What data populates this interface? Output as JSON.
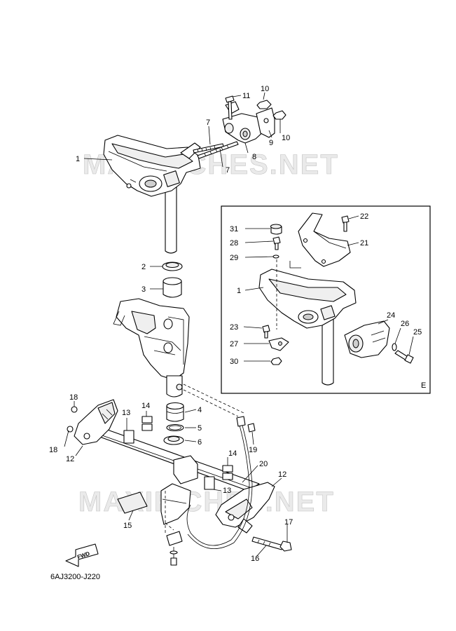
{
  "diagram_code": "6AJ3200-J220",
  "inset_label": "E",
  "fwd_label": "FWD",
  "watermarks": [
    "MAXIFICHES.NET",
    "MAXIFICHES.NET"
  ],
  "callouts": [
    "1",
    "11",
    "10",
    "7",
    "9",
    "10",
    "8",
    "7",
    "2",
    "3",
    "31",
    "22",
    "28",
    "21",
    "29",
    "1",
    "23",
    "27",
    "30",
    "24",
    "26",
    "25",
    "18",
    "13",
    "14",
    "4",
    "5",
    "6",
    "18",
    "12",
    "19",
    "14",
    "20",
    "13",
    "12",
    "15",
    "17",
    "16"
  ]
}
